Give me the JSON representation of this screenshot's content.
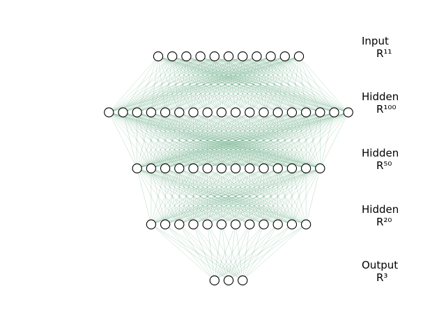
{
  "diagram": {
    "type": "neural-network",
    "edge_color": "#2e8b57",
    "node_fill": "#ffffff",
    "node_stroke": "#000000",
    "layers": [
      {
        "name": "Input",
        "dimension": "R¹¹",
        "nodes_drawn": 11
      },
      {
        "name": "Hidden",
        "dimension": "R¹⁰⁰",
        "nodes_drawn": 18
      },
      {
        "name": "Hidden",
        "dimension": "R⁵⁰",
        "nodes_drawn": 14
      },
      {
        "name": "Hidden",
        "dimension": "R²⁰",
        "nodes_drawn": 12
      },
      {
        "name": "Output",
        "dimension": "R³",
        "nodes_drawn": 3
      }
    ]
  }
}
